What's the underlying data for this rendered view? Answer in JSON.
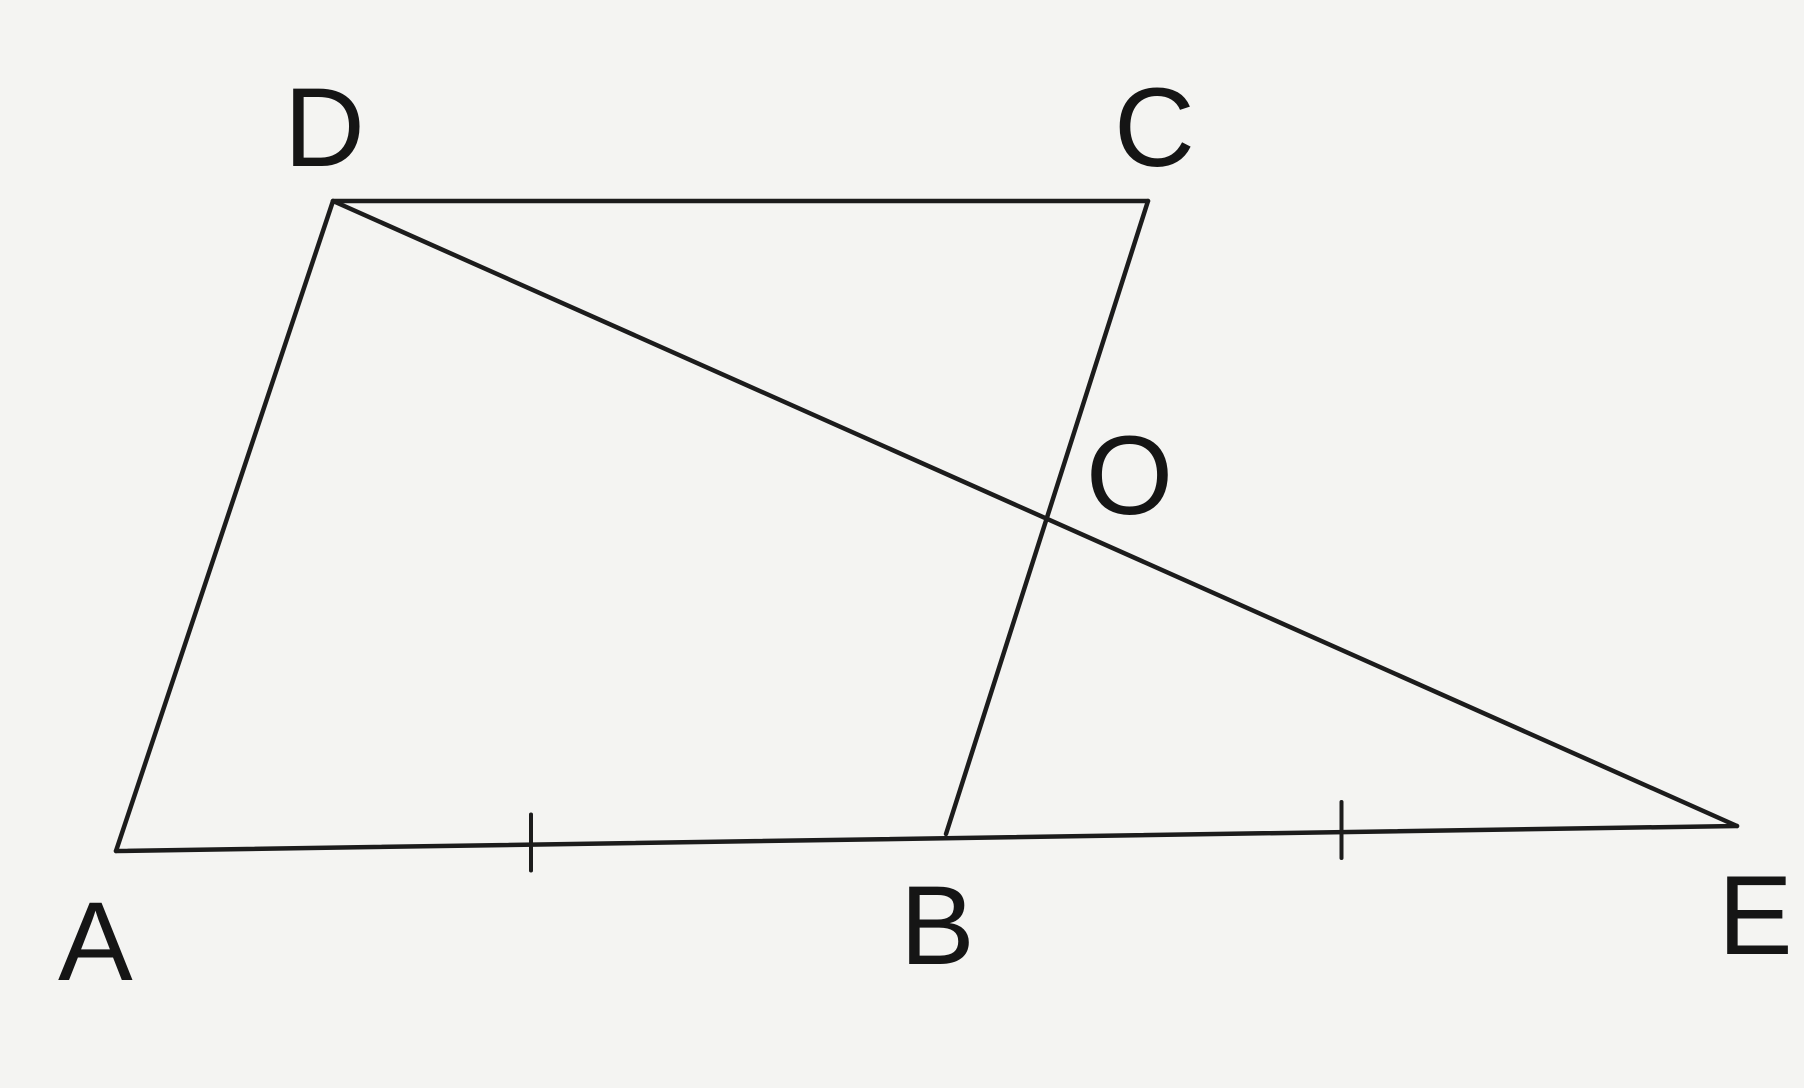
{
  "diagram": {
    "points": [
      {
        "id": "D",
        "label": "D"
      },
      {
        "id": "C",
        "label": "C"
      },
      {
        "id": "O",
        "label": "O"
      },
      {
        "id": "A",
        "label": "A"
      },
      {
        "id": "B",
        "label": "B"
      },
      {
        "id": "E",
        "label": "E"
      }
    ],
    "segments": [
      {
        "id": "DC",
        "from": "D",
        "to": "C"
      },
      {
        "id": "AD",
        "from": "A",
        "to": "D"
      },
      {
        "id": "CB",
        "from": "C",
        "to": "B"
      },
      {
        "id": "DE",
        "from": "D",
        "to": "E"
      },
      {
        "id": "AE",
        "from": "A",
        "to": "E"
      }
    ],
    "equal_marks": [
      "AB",
      "BE"
    ]
  }
}
